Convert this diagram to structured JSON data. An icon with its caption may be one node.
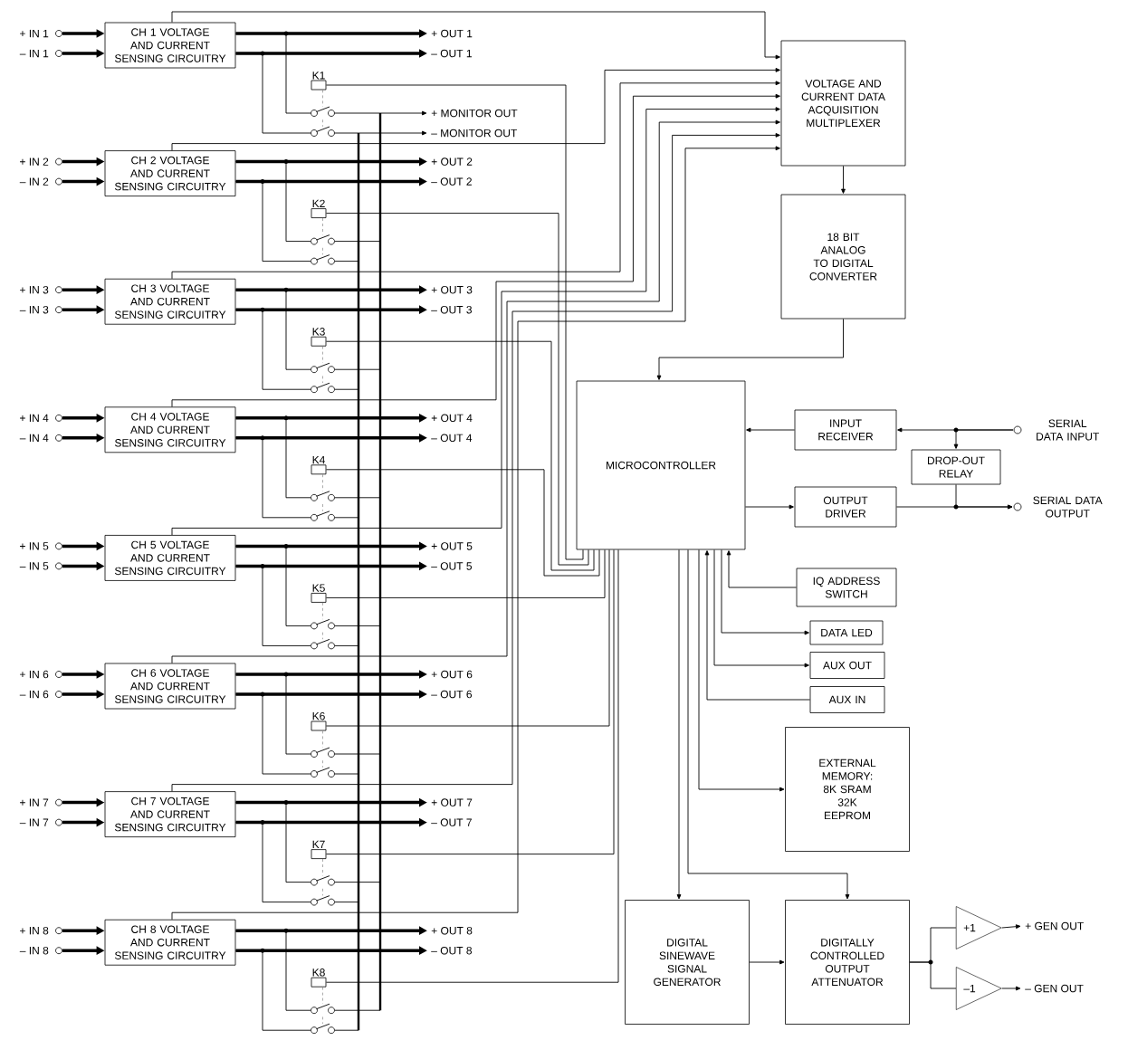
{
  "diagram": {
    "nodes": [
      {
        "text": [
          "+ IN 1"
        ]
      },
      {
        "text": [
          "– IN 1"
        ]
      },
      {
        "text": [
          "CH 1 VOLTAGE AND CURRENT SENSING CIRCUITRY"
        ]
      },
      {
        "text": [
          "+ OUT 1"
        ]
      },
      {
        "text": [
          "– OUT 1"
        ]
      },
      {
        "text": [
          "K1"
        ]
      },
      {
        "text": [
          "+ IN 2"
        ]
      },
      {
        "text": [
          "– IN 2"
        ]
      },
      {
        "text": [
          "CH 2 VOLTAGE AND CURRENT SENSING CIRCUITRY"
        ]
      },
      {
        "text": [
          "+ OUT 2"
        ]
      },
      {
        "text": [
          "– OUT 2"
        ]
      },
      {
        "text": [
          "K2"
        ]
      },
      {
        "text": [
          "+ IN 3"
        ]
      },
      {
        "text": [
          "– IN 3"
        ]
      },
      {
        "text": [
          "CH 3 VOLTAGE AND CURRENT SENSING CIRCUITRY"
        ]
      },
      {
        "text": [
          "+ OUT 3"
        ]
      },
      {
        "text": [
          "– OUT 3"
        ]
      },
      {
        "text": [
          "K3"
        ]
      },
      {
        "text": [
          "+ IN 4"
        ]
      },
      {
        "text": [
          "– IN 4"
        ]
      },
      {
        "text": [
          "CH 4 VOLTAGE AND CURRENT SENSING CIRCUITRY"
        ]
      },
      {
        "text": [
          "+ OUT 4"
        ]
      },
      {
        "text": [
          "– OUT 4"
        ]
      },
      {
        "text": [
          "K4"
        ]
      },
      {
        "text": [
          "+ IN 5"
        ]
      },
      {
        "text": [
          "– IN 5"
        ]
      },
      {
        "text": [
          "CH 5 VOLTAGE AND CURRENT SENSING CIRCUITRY"
        ]
      },
      {
        "text": [
          "+ OUT 5"
        ]
      },
      {
        "text": [
          "– OUT 5"
        ]
      },
      {
        "text": [
          "K5"
        ]
      },
      {
        "text": [
          "+ IN 6"
        ]
      },
      {
        "text": [
          "– IN 6"
        ]
      },
      {
        "text": [
          "CH 6 VOLTAGE AND CURRENT SENSING CIRCUITRY"
        ]
      },
      {
        "text": [
          "+ OUT 6"
        ]
      },
      {
        "text": [
          "– OUT 6"
        ]
      },
      {
        "text": [
          "K6"
        ]
      },
      {
        "text": [
          "+ IN 7"
        ]
      },
      {
        "text": [
          "– IN 7"
        ]
      },
      {
        "text": [
          "CH 7 VOLTAGE AND CURRENT SENSING CIRCUITRY"
        ]
      },
      {
        "text": [
          "+ OUT 7"
        ]
      },
      {
        "text": [
          "– OUT 7"
        ]
      },
      {
        "text": [
          "K7"
        ]
      },
      {
        "text": [
          "+ IN 8"
        ]
      },
      {
        "text": [
          "– IN 8"
        ]
      },
      {
        "text": [
          "CH 8 VOLTAGE AND CURRENT SENSING CIRCUITRY"
        ]
      },
      {
        "text": [
          "+ OUT 8"
        ]
      },
      {
        "text": [
          "– OUT 8"
        ]
      },
      {
        "text": [
          "K8"
        ]
      },
      {
        "text": [
          "+ MONITOR OUT"
        ]
      },
      {
        "text": [
          "– MONITOR OUT"
        ]
      },
      {
        "text": [
          "VOLTAGE AND CURRENT DATA ACQUISITION MULTIPLEXER"
        ]
      },
      {
        "text": [
          "18 BIT ANALOG TO DIGITAL CONVERTER"
        ]
      },
      {
        "text": [
          "MICROCONTROLLER"
        ]
      },
      {
        "text": [
          "INPUT RECEIVER"
        ]
      },
      {
        "text": [
          "SERIAL DATA INPUT"
        ]
      },
      {
        "text": [
          "DROP-OUT RELAY"
        ]
      },
      {
        "text": [
          "OUTPUT DRIVER"
        ]
      },
      {
        "text": [
          "SERIAL DATA OUTPUT"
        ]
      },
      {
        "text": [
          "IQ ADDRESS SWITCH"
        ]
      },
      {
        "text": [
          "DATA LED"
        ]
      },
      {
        "text": [
          "AUX OUT"
        ]
      },
      {
        "text": [
          "AUX IN"
        ]
      },
      {
        "text": [
          "EXTERNAL MEMORY: 8K SRAM 32K EEPROM"
        ]
      },
      {
        "text": [
          "DIGITAL SINEWAVE SIGNAL GENERATOR"
        ]
      },
      {
        "text": [
          "DIGITALLY CONTROLLED OUTPUT ATTENUATOR"
        ]
      },
      {
        "text": [
          "+1"
        ]
      },
      {
        "text": [
          "–1"
        ]
      },
      {
        "text": [
          "+ GEN OUT"
        ]
      },
      {
        "text": [
          "– GEN OUT"
        ]
      },
      {
        "text": [],
        "shape": "bar"
      },
      {
        "text": [],
        "shape": "bar"
      },
      {
        "text": [],
        "shape": "switch"
      },
      {
        "text": [],
        "shape": "switch"
      },
      {
        "text": [],
        "shape": "switch"
      },
      {
        "text": [],
        "shape": "switch"
      },
      {
        "text": [],
        "shape": "switch"
      },
      {
        "text": [],
        "shape": "switch"
      },
      {
        "text": [],
        "shape": "switch"
      },
      {
        "text": [],
        "shape": "switch"
      },
      {
        "text": [],
        "shape": "switch"
      },
      {
        "text": [],
        "shape": "switch"
      },
      {
        "text": [],
        "shape": "switch"
      },
      {
        "text": [],
        "shape": "switch"
      },
      {
        "text": [],
        "shape": "switch"
      },
      {
        "text": [],
        "shape": "switch"
      },
      {
        "text": [],
        "shape": "switch"
      },
      {
        "text": [],
        "shape": "switch"
      }
    ],
    "edges": [
      {
        "from": 0,
        "to": 2,
        "arrow": "to",
        "style": "thick"
      },
      {
        "from": 1,
        "to": 2,
        "arrow": "to",
        "style": "thick"
      },
      {
        "from": 2,
        "to": 3,
        "arrow": "to",
        "style": "thick"
      },
      {
        "from": 2,
        "to": 4,
        "arrow": "to",
        "style": "thick"
      },
      {
        "from": 2,
        "to": 50,
        "arrow": "to"
      },
      {
        "from": 5,
        "to": 52,
        "arrow": "none"
      },
      {
        "from": 6,
        "to": 8,
        "arrow": "to",
        "style": "thick"
      },
      {
        "from": 7,
        "to": 8,
        "arrow": "to",
        "style": "thick"
      },
      {
        "from": 8,
        "to": 9,
        "arrow": "to",
        "style": "thick"
      },
      {
        "from": 8,
        "to": 10,
        "arrow": "to",
        "style": "thick"
      },
      {
        "from": 8,
        "to": 50,
        "arrow": "to"
      },
      {
        "from": 11,
        "to": 52,
        "arrow": "none"
      },
      {
        "from": 12,
        "to": 14,
        "arrow": "to",
        "style": "thick"
      },
      {
        "from": 13,
        "to": 14,
        "arrow": "to",
        "style": "thick"
      },
      {
        "from": 14,
        "to": 15,
        "arrow": "to",
        "style": "thick"
      },
      {
        "from": 14,
        "to": 16,
        "arrow": "to",
        "style": "thick"
      },
      {
        "from": 14,
        "to": 50,
        "arrow": "to"
      },
      {
        "from": 17,
        "to": 52,
        "arrow": "none"
      },
      {
        "from": 18,
        "to": 20,
        "arrow": "to",
        "style": "thick"
      },
      {
        "from": 19,
        "to": 20,
        "arrow": "to",
        "style": "thick"
      },
      {
        "from": 20,
        "to": 21,
        "arrow": "to",
        "style": "thick"
      },
      {
        "from": 20,
        "to": 22,
        "arrow": "to",
        "style": "thick"
      },
      {
        "from": 20,
        "to": 50,
        "arrow": "to"
      },
      {
        "from": 23,
        "to": 52,
        "arrow": "none"
      },
      {
        "from": 24,
        "to": 26,
        "arrow": "to",
        "style": "thick"
      },
      {
        "from": 25,
        "to": 26,
        "arrow": "to",
        "style": "thick"
      },
      {
        "from": 26,
        "to": 27,
        "arrow": "to",
        "style": "thick"
      },
      {
        "from": 26,
        "to": 28,
        "arrow": "to",
        "style": "thick"
      },
      {
        "from": 26,
        "to": 50,
        "arrow": "to"
      },
      {
        "from": 29,
        "to": 52,
        "arrow": "none"
      },
      {
        "from": 30,
        "to": 32,
        "arrow": "to",
        "style": "thick"
      },
      {
        "from": 31,
        "to": 32,
        "arrow": "to",
        "style": "thick"
      },
      {
        "from": 32,
        "to": 33,
        "arrow": "to",
        "style": "thick"
      },
      {
        "from": 32,
        "to": 34,
        "arrow": "to",
        "style": "thick"
      },
      {
        "from": 32,
        "to": 50,
        "arrow": "to"
      },
      {
        "from": 35,
        "to": 52,
        "arrow": "none"
      },
      {
        "from": 36,
        "to": 38,
        "arrow": "to",
        "style": "thick"
      },
      {
        "from": 37,
        "to": 38,
        "arrow": "to",
        "style": "thick"
      },
      {
        "from": 38,
        "to": 39,
        "arrow": "to",
        "style": "thick"
      },
      {
        "from": 38,
        "to": 40,
        "arrow": "to",
        "style": "thick"
      },
      {
        "from": 38,
        "to": 50,
        "arrow": "to"
      },
      {
        "from": 41,
        "to": 52,
        "arrow": "none"
      },
      {
        "from": 42,
        "to": 44,
        "arrow": "to",
        "style": "thick"
      },
      {
        "from": 43,
        "to": 44,
        "arrow": "to",
        "style": "thick"
      },
      {
        "from": 44,
        "to": 45,
        "arrow": "to",
        "style": "thick"
      },
      {
        "from": 44,
        "to": 46,
        "arrow": "to",
        "style": "thick"
      },
      {
        "from": 44,
        "to": 50,
        "arrow": "to"
      },
      {
        "from": 47,
        "to": 52,
        "arrow": "none"
      },
      {
        "from": 70,
        "to": 48,
        "arrow": "to"
      },
      {
        "from": 69,
        "to": 49,
        "arrow": "to"
      },
      {
        "from": 50,
        "to": 51,
        "arrow": "to"
      },
      {
        "from": 51,
        "to": 52,
        "arrow": "to"
      },
      {
        "from": 53,
        "to": 52,
        "arrow": "to"
      },
      {
        "from": 54,
        "to": 53,
        "arrow": "to"
      },
      {
        "from": 54,
        "to": 55,
        "arrow": "to"
      },
      {
        "from": 55,
        "to": 57,
        "arrow": "to"
      },
      {
        "from": 52,
        "to": 56,
        "arrow": "to"
      },
      {
        "from": 56,
        "to": 57,
        "arrow": "to"
      },
      {
        "from": 58,
        "to": 52,
        "arrow": "to"
      },
      {
        "from": 52,
        "to": 59,
        "arrow": "to"
      },
      {
        "from": 52,
        "to": 60,
        "arrow": "to"
      },
      {
        "from": 61,
        "to": 52,
        "arrow": "to"
      },
      {
        "from": 52,
        "to": 62,
        "arrow": "to"
      },
      {
        "from": 52,
        "to": 63,
        "arrow": "to"
      },
      {
        "from": 52,
        "to": 64,
        "arrow": "to"
      },
      {
        "from": 63,
        "to": 64,
        "arrow": "to"
      },
      {
        "from": 64,
        "to": 65,
        "arrow": "none"
      },
      {
        "from": 64,
        "to": 66,
        "arrow": "none"
      },
      {
        "from": 65,
        "to": 67,
        "arrow": "to"
      },
      {
        "from": 66,
        "to": 68,
        "arrow": "to"
      },
      {
        "from": 2,
        "to": 71,
        "arrow": "none"
      },
      {
        "from": 2,
        "to": 72,
        "arrow": "none"
      },
      {
        "from": 71,
        "to": 70,
        "arrow": "none"
      },
      {
        "from": 72,
        "to": 69,
        "arrow": "none"
      },
      {
        "from": 8,
        "to": 73,
        "arrow": "none"
      },
      {
        "from": 8,
        "to": 74,
        "arrow": "none"
      },
      {
        "from": 73,
        "to": 70,
        "arrow": "none"
      },
      {
        "from": 74,
        "to": 69,
        "arrow": "none"
      },
      {
        "from": 14,
        "to": 75,
        "arrow": "none"
      },
      {
        "from": 14,
        "to": 76,
        "arrow": "none"
      },
      {
        "from": 75,
        "to": 70,
        "arrow": "none"
      },
      {
        "from": 76,
        "to": 69,
        "arrow": "none"
      },
      {
        "from": 20,
        "to": 77,
        "arrow": "none"
      },
      {
        "from": 20,
        "to": 78,
        "arrow": "none"
      },
      {
        "from": 77,
        "to": 70,
        "arrow": "none"
      },
      {
        "from": 78,
        "to": 69,
        "arrow": "none"
      },
      {
        "from": 26,
        "to": 79,
        "arrow": "none"
      },
      {
        "from": 26,
        "to": 80,
        "arrow": "none"
      },
      {
        "from": 79,
        "to": 70,
        "arrow": "none"
      },
      {
        "from": 80,
        "to": 69,
        "arrow": "none"
      },
      {
        "from": 32,
        "to": 81,
        "arrow": "none"
      },
      {
        "from": 32,
        "to": 82,
        "arrow": "none"
      },
      {
        "from": 81,
        "to": 70,
        "arrow": "none"
      },
      {
        "from": 82,
        "to": 69,
        "arrow": "none"
      },
      {
        "from": 38,
        "to": 83,
        "arrow": "none"
      },
      {
        "from": 38,
        "to": 84,
        "arrow": "none"
      },
      {
        "from": 83,
        "to": 70,
        "arrow": "none"
      },
      {
        "from": 84,
        "to": 69,
        "arrow": "none"
      },
      {
        "from": 44,
        "to": 85,
        "arrow": "none"
      },
      {
        "from": 44,
        "to": 86,
        "arrow": "none"
      },
      {
        "from": 85,
        "to": 70,
        "arrow": "none"
      },
      {
        "from": 86,
        "to": 69,
        "arrow": "none"
      },
      {
        "from": 5,
        "to": 71,
        "arrow": "none",
        "style": "dashed",
        "color": "#888888"
      },
      {
        "from": 71,
        "to": 72,
        "arrow": "none",
        "style": "dashed",
        "color": "#888888"
      },
      {
        "from": 11,
        "to": 73,
        "arrow": "none",
        "style": "dashed",
        "color": "#888888"
      },
      {
        "from": 73,
        "to": 74,
        "arrow": "none",
        "style": "dashed",
        "color": "#888888"
      },
      {
        "from": 17,
        "to": 75,
        "arrow": "none",
        "style": "dashed",
        "color": "#888888"
      },
      {
        "from": 75,
        "to": 76,
        "arrow": "none",
        "style": "dashed",
        "color": "#888888"
      },
      {
        "from": 23,
        "to": 77,
        "arrow": "none",
        "style": "dashed",
        "color": "#888888"
      },
      {
        "from": 77,
        "to": 78,
        "arrow": "none",
        "style": "dashed",
        "color": "#888888"
      },
      {
        "from": 29,
        "to": 79,
        "arrow": "none",
        "style": "dashed",
        "color": "#888888"
      },
      {
        "from": 79,
        "to": 80,
        "arrow": "none",
        "style": "dashed",
        "color": "#888888"
      },
      {
        "from": 35,
        "to": 81,
        "arrow": "none",
        "style": "dashed",
        "color": "#888888"
      },
      {
        "from": 81,
        "to": 82,
        "arrow": "none",
        "style": "dashed",
        "color": "#888888"
      },
      {
        "from": 41,
        "to": 83,
        "arrow": "none",
        "style": "dashed",
        "color": "#888888"
      },
      {
        "from": 83,
        "to": 84,
        "arrow": "none",
        "style": "dashed",
        "color": "#888888"
      },
      {
        "from": 47,
        "to": 85,
        "arrow": "none",
        "style": "dashed",
        "color": "#888888"
      },
      {
        "from": 85,
        "to": 86,
        "arrow": "none",
        "style": "dashed",
        "color": "#888888"
      }
    ]
  }
}
